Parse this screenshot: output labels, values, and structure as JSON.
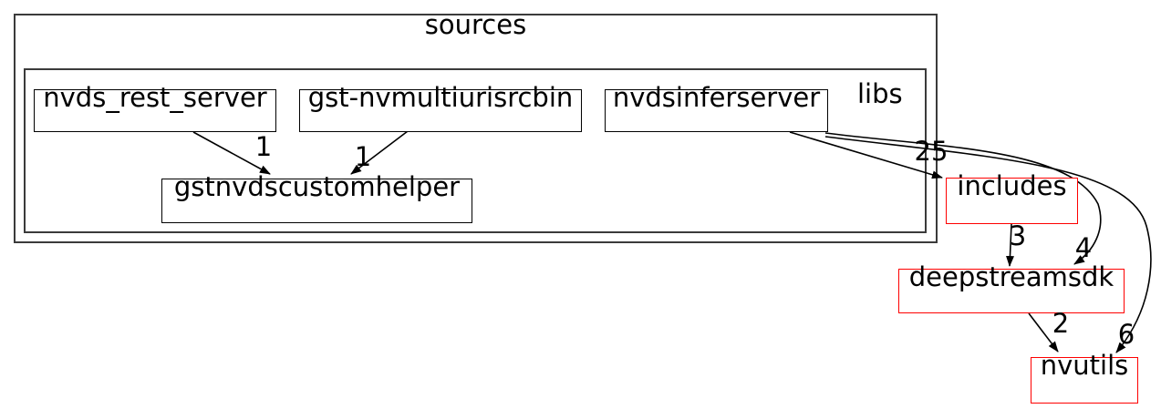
{
  "graph": {
    "type": "directory-dependency-graph",
    "clusters": [
      {
        "id": "sources",
        "label": "sources"
      },
      {
        "id": "libs",
        "label": "libs"
      }
    ],
    "nodes": [
      {
        "id": "nvds_rest_server",
        "label": "nvds_rest_server",
        "border_color": "#000000",
        "cluster": "libs"
      },
      {
        "id": "gst-nvmultiurisrcbin",
        "label": "gst-nvmultiurisrcbin",
        "border_color": "#000000",
        "cluster": "libs"
      },
      {
        "id": "nvdsinferserver",
        "label": "nvdsinferserver",
        "border_color": "#000000",
        "cluster": "libs"
      },
      {
        "id": "gstnvdscustomhelper",
        "label": "gstnvdscustomhelper",
        "border_color": "#000000",
        "cluster": "libs"
      },
      {
        "id": "includes",
        "label": "includes",
        "border_color": "#fe0000",
        "cluster": null
      },
      {
        "id": "deepstreamsdk",
        "label": "deepstreamsdk",
        "border_color": "#fe0000",
        "cluster": null
      },
      {
        "id": "nvutils",
        "label": "nvutils",
        "border_color": "#fe0000",
        "cluster": null
      }
    ],
    "edges": [
      {
        "from": "nvds_rest_server",
        "to": "gstnvdscustomhelper",
        "label": "1"
      },
      {
        "from": "gst-nvmultiurisrcbin",
        "to": "gstnvdscustomhelper",
        "label": "1"
      },
      {
        "from": "nvdsinferserver",
        "to": "includes",
        "label": "25"
      },
      {
        "from": "includes",
        "to": "deepstreamsdk",
        "label": "3"
      },
      {
        "from": "nvdsinferserver",
        "to": "deepstreamsdk",
        "label": "4"
      },
      {
        "from": "deepstreamsdk",
        "to": "nvutils",
        "label": "2"
      },
      {
        "from": "nvdsinferserver",
        "to": "nvutils",
        "label": "6"
      }
    ],
    "colors": {
      "background": "#ffffff",
      "cluster_border": "#3b3b3b",
      "node_border": "#000000",
      "external_node_border": "#fe0000",
      "edge": "#000000",
      "text": "#000000"
    }
  }
}
